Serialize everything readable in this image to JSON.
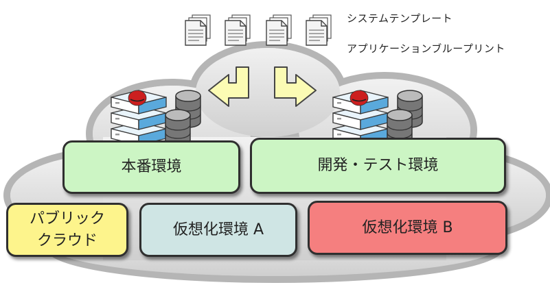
{
  "templates": {
    "label_system": "システムテンプレート",
    "label_blueprint": "アプリケーションブループリント"
  },
  "environments": {
    "production": "本番環境",
    "dev_test": "開発・テスト環境"
  },
  "infrastructure": {
    "public_cloud_line1": "パブリック",
    "public_cloud_line2": "クラウド",
    "virtual_a": "仮想化環境 A",
    "virtual_b": "仮想化環境 B"
  },
  "colors": {
    "environment_fill": "#ccf5c4",
    "public_cloud_fill": "#fdf48c",
    "virtual_a_fill": "#cfe5e4",
    "virtual_b_fill": "#f57f7f",
    "arrow_fill": "#fbfbb4"
  },
  "icons": [
    "document-icon",
    "server-stack-icon",
    "database-icon",
    "redhat-logo-icon",
    "bent-arrow-left-icon",
    "bent-arrow-right-icon",
    "cloud-icon"
  ]
}
